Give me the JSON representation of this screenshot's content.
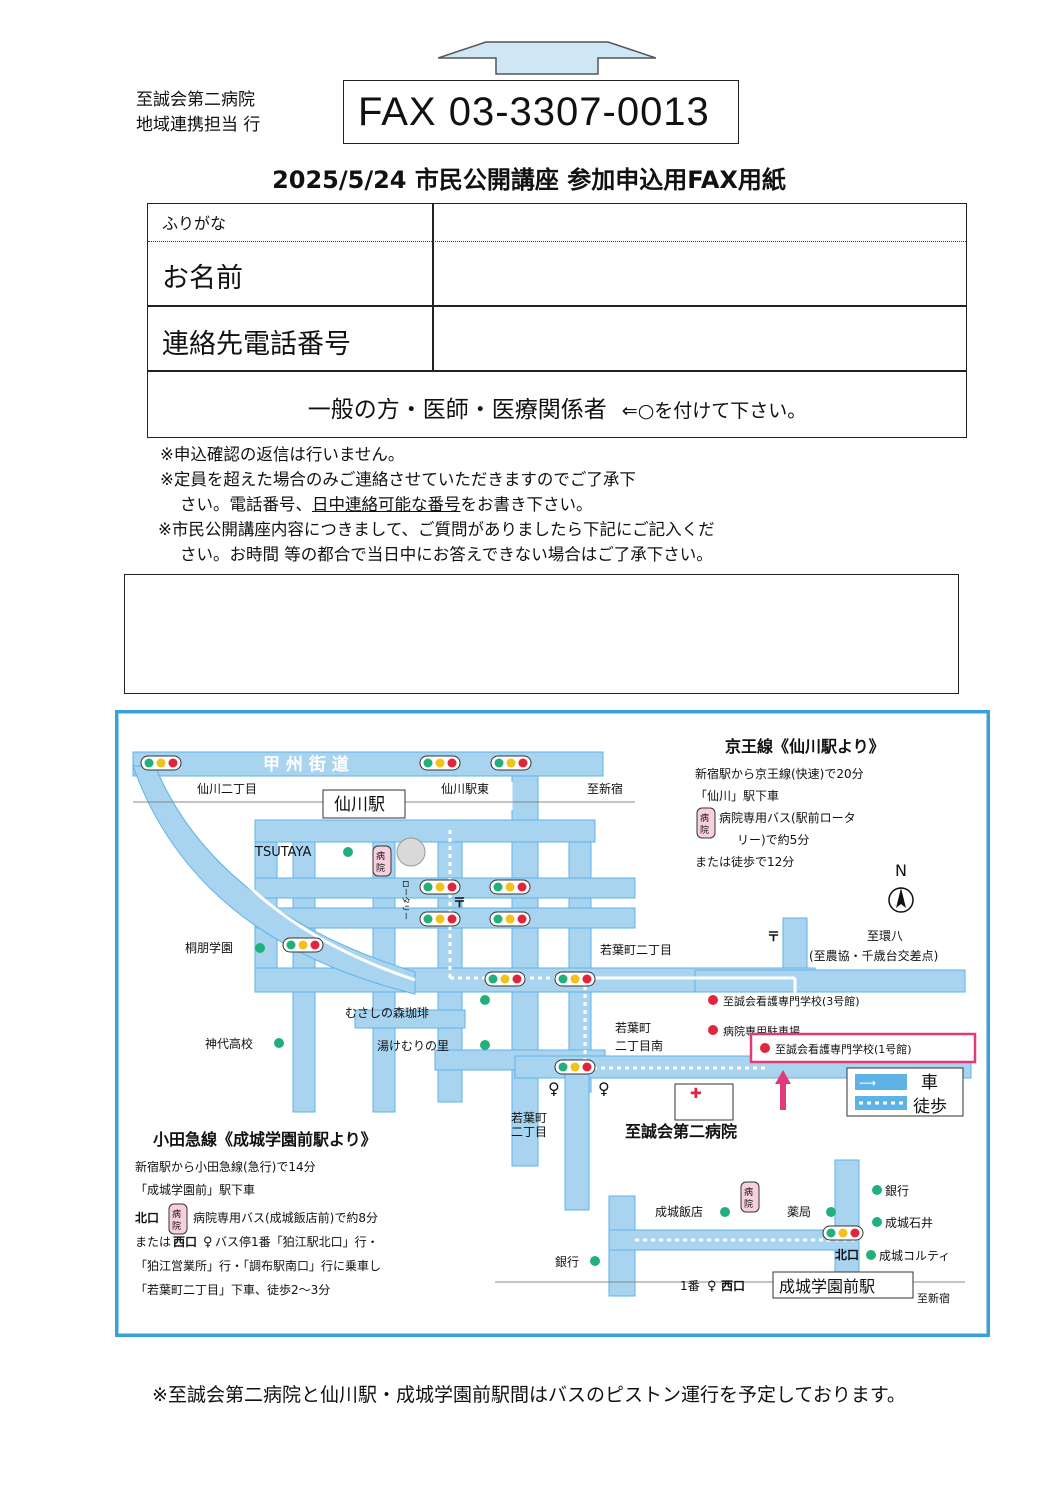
{
  "header": {
    "addressee_line1": "至誠会第二病院",
    "addressee_line2": "地域連携担当 行",
    "fax": "FAX 03-3307-0013",
    "title": "2025/5/24  市民公開講座  参加申込用FAX用紙"
  },
  "form": {
    "furigana_label": "ふりがな",
    "name_label": "お名前",
    "phone_label": "連絡先電話番号",
    "category_text": "一般の方・医師・医療関係者",
    "category_hint": "⇐○を付けて下さい。"
  },
  "notes": {
    "line1": "※申込確認の返信は行いません。",
    "line2": "※定員を超えた場合のみご連絡させていただきますのでご了承下",
    "line3a": "さい。電話番号、",
    "line3b": "日中連絡可能な番号",
    "line3c": "をお書き下さい。",
    "line4": "※市民公開講座内容につきまして、ご質問がありましたら下記にご記入くだ",
    "line5": "さい。お時間  等の都合で当日中にお答えできない場合はご了承下さい。"
  },
  "map": {
    "road_koshu": "甲 州 街 道",
    "sengawa_2chome": "仙川二丁目",
    "sengawa_station": "仙川駅",
    "sengawa_east": "仙川駅東",
    "to_shinjuku": "至新宿",
    "tsutaya": "TSUTAYA",
    "rotary": "ロータリー",
    "toho_gakuen": "桐朋学園",
    "musashi_cafe": "むさしの森珈琲",
    "yukemuri": "湯けむりの里",
    "jindai": "神代高校",
    "wakaba_2chome": "若葉町二丁目",
    "wakaba_2chome_south_1": "若葉町",
    "wakaba_2chome_south_2": "二丁目南",
    "bus_stop_1": "若葉町",
    "bus_stop_2": "二丁目",
    "to_kanpachi": "至環八",
    "to_kanpachi_sub": "(至農協・千歳台交差点)",
    "nurse_school_3": "至誠会看護専門学校(3号館)",
    "parking": "病院専用駐車場",
    "nurse_school_1": "至誠会看護専門学校(1号館)",
    "hospital_name": "至誠会第二病院",
    "legend_car": "車",
    "legend_walk": "徒歩",
    "north": "N",
    "keio_title": "京王線《仙川駅より》",
    "keio_1": "新宿駅から京王線(快速)で20分",
    "keio_2": "「仙川」駅下車",
    "keio_3": "病院専用バス(駅前ロータ",
    "keio_4": "リー)で約5分",
    "keio_5": "または徒歩で12分",
    "odakyu_title": "小田急線《成城学園前駅より》",
    "odakyu_1": "新宿駅から小田急線(急行)で14分",
    "odakyu_2": "「成城学園前」駅下車",
    "odakyu_3_kita": "北口",
    "odakyu_3": "病院専用バス(成城飯店前)で約8分",
    "odakyu_4_a": "または",
    "odakyu_4_nishi": "西口",
    "odakyu_4": "バス停1番「狛江駅北口」行・",
    "odakyu_5": "「狛江営業所」行・「調布駅南口」行に乗車し",
    "odakyu_6": "「若葉町二丁目」下車、徒歩2〜3分",
    "bank_top": "銀行",
    "seijo_ishii": "成城石井",
    "pharmacy": "薬局",
    "seijo_hanten": "成城飯店",
    "kitaguchi": "北口",
    "seijo_corty": "成城コルティ",
    "bank_left": "銀行",
    "stop_no1": "1番",
    "nishiguchi": "西口",
    "seijo_station": "成城学園前駅",
    "to_shinjuku_2": "至新宿",
    "bus_word_1": "病",
    "bus_word_2": "院",
    "colors": {
      "frame": "#3aa0dc",
      "road": "#a8d4f0",
      "road_edge": "#5fb2e6",
      "dot_green": "#22b07a",
      "dot_red": "#e0253c",
      "highlight": "#e03a7a"
    }
  },
  "footer": {
    "note": "※至誠会第二病院と仙川駅・成城学園前駅間はバスのピストン運行を予定しております。"
  }
}
